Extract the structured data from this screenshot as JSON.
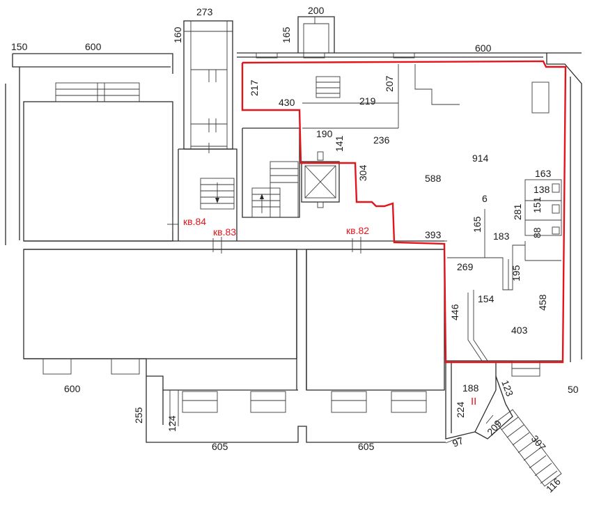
{
  "dimensions": {
    "d150": "150",
    "d600_top_left": "600",
    "d160": "160",
    "d273": "273",
    "d165_top": "165",
    "d200": "200",
    "d600_top_right": "600",
    "d217": "217",
    "d430": "430",
    "d207": "207",
    "d219": "219",
    "d190": "190",
    "d141": "141",
    "d236": "236",
    "d304": "304",
    "d588": "588",
    "d914": "914",
    "d163": "163",
    "d138": "138",
    "d6": "6",
    "d281": "281",
    "d151": "151",
    "d165_mid": "165",
    "d88": "88",
    "d393": "393",
    "d183": "183",
    "d269": "269",
    "d195": "195",
    "d154": "154",
    "d458": "458",
    "d446": "446",
    "d403": "403",
    "d600_bottom_left": "600",
    "d255": "255",
    "d124": "124",
    "d605_left": "605",
    "d605_right": "605",
    "d188": "188",
    "d224": "224",
    "d123": "123",
    "d209": "209",
    "d307": "307",
    "d97": "97",
    "d116": "116",
    "d50": "50"
  },
  "labels": {
    "apt84": "кв.84",
    "apt83": "кв.83",
    "apt82": "кв.82",
    "entrance_mark": "II"
  },
  "colors": {
    "highlight": "#e4141b",
    "walls": "#2b2b2b"
  }
}
